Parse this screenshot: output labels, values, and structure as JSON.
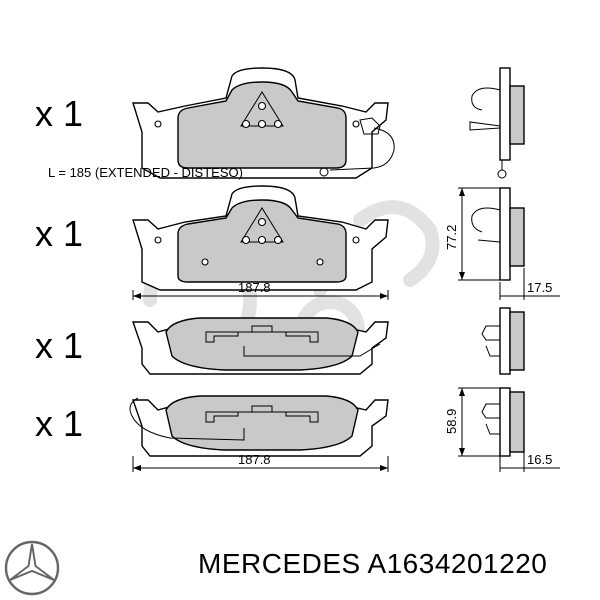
{
  "quantities": [
    "x 1",
    "x 1",
    "x 1",
    "x 1"
  ],
  "sensor_note": "L = 185 (EXTENDED - DISTESO)",
  "dimensions": {
    "width_top": "187.8",
    "width_bottom": "187.8",
    "height_top": "77.2",
    "height_bottom": "58.9",
    "thickness_top": "17.5",
    "thickness_bottom": "16.5"
  },
  "footer": {
    "brand": "MERCEDES",
    "part_number": "A1634201220",
    "logo": "mercedes-star-icon"
  },
  "colors": {
    "friction_material": "#c9c9c9",
    "lines": "#000000",
    "watermark": "#e2e2e2"
  }
}
